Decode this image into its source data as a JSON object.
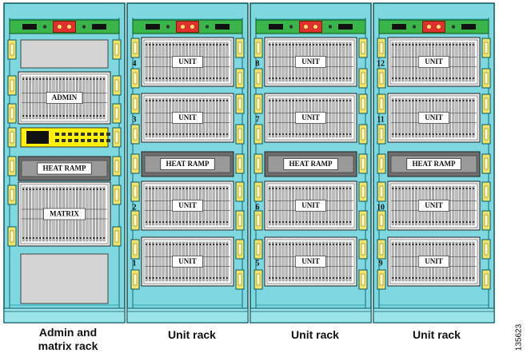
{
  "figure_id": "135623",
  "colors": {
    "cabinet": "#7fd8e0",
    "cabinet_dark": "#2aa6b4",
    "outline": "#0b5860",
    "green_panel": "#39b54a",
    "red_panel": "#e0302e",
    "handle": "#f2e46a",
    "heat_ramp": "#9a9a9a",
    "chassis": "#ececec",
    "blank_panel": "#d4d4d4",
    "yellow_panel": "#fff200"
  },
  "racks": [
    {
      "caption": "Admin and\nmatrix rack",
      "type": "admin",
      "modules": [
        {
          "kind": "blank"
        },
        {
          "kind": "chassis",
          "label": "ADMIN"
        },
        {
          "kind": "display"
        },
        {
          "kind": "heat-ramp",
          "label": "HEAT RAMP"
        },
        {
          "kind": "chassis",
          "label": "MATRIX"
        }
      ]
    },
    {
      "caption": "Unit rack",
      "type": "unit",
      "units": [
        {
          "number": "4",
          "label": "UNIT"
        },
        {
          "number": "3",
          "label": "UNIT"
        },
        {
          "number": "2",
          "label": "UNIT"
        },
        {
          "number": "1",
          "label": "UNIT"
        }
      ],
      "heat_ramp": "HEAT RAMP"
    },
    {
      "caption": "Unit rack",
      "type": "unit",
      "units": [
        {
          "number": "8",
          "label": "UNIT"
        },
        {
          "number": "7",
          "label": "UNIT"
        },
        {
          "number": "6",
          "label": "UNIT"
        },
        {
          "number": "5",
          "label": "UNIT"
        }
      ],
      "heat_ramp": "HEAT RAMP"
    },
    {
      "caption": "Unit rack",
      "type": "unit",
      "units": [
        {
          "number": "12",
          "label": "UNIT"
        },
        {
          "number": "11",
          "label": "UNIT"
        },
        {
          "number": "10",
          "label": "UNIT"
        },
        {
          "number": "9",
          "label": "UNIT"
        }
      ],
      "heat_ramp": "HEAT RAMP"
    }
  ]
}
